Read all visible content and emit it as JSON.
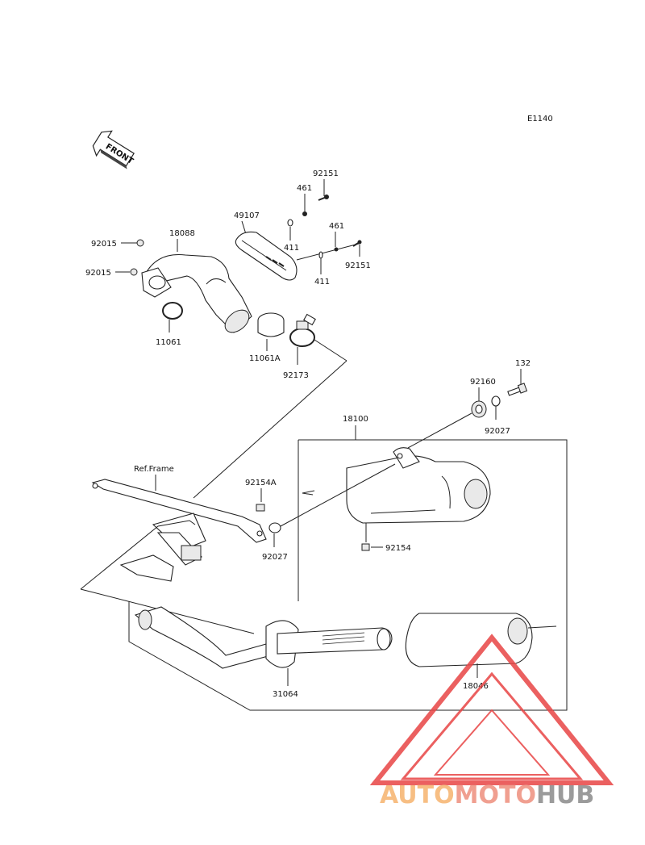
{
  "diagram_code": "E1140",
  "front_label": "FRONT",
  "ref_frame_label": "Ref.Frame",
  "parts": {
    "p92151_top": "92151",
    "p461_top": "461",
    "p49107": "49107",
    "p461_right": "461",
    "p18088": "18088",
    "p92015_a": "92015",
    "p411_a": "411",
    "p92151_right": "92151",
    "p92015_b": "92015",
    "p411_b": "411",
    "p11061": "11061",
    "p11061A": "11061A",
    "p92173": "92173",
    "p132": "132",
    "p92160": "92160",
    "p92027_right": "92027",
    "p18100": "18100",
    "p92154A": "92154A",
    "p92154": "92154",
    "p92027_left": "92027",
    "p31064": "31064",
    "p18046": "18046"
  },
  "watermark": {
    "part1": "AUTO",
    "part2": "MOTO",
    "part3": "HUB",
    "color_light": "#f6b36e",
    "color_mid": "#ee8f7d",
    "color_dark": "#8a8a8a",
    "triangle_color": "#e84545"
  }
}
